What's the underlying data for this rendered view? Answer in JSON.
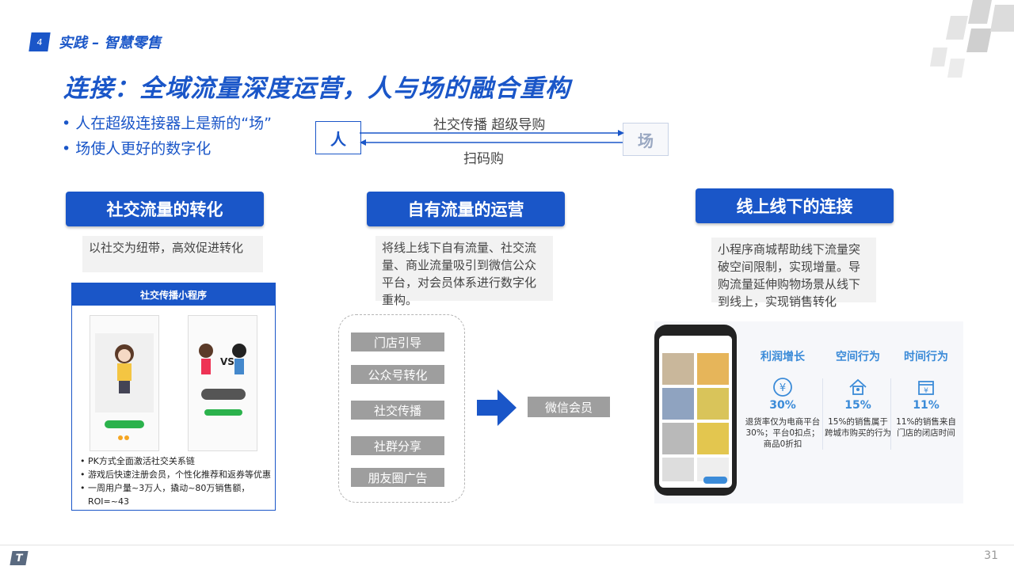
{
  "header": {
    "section_num": "4",
    "section_title": "实践 – 智慧零售",
    "page_title": "连接：全域流量深度运营，人与场的融合重构"
  },
  "bullets": [
    "人在超级连接器上是新的“场”",
    "场使人更好的数字化"
  ],
  "diagram": {
    "person": "人",
    "field": "场",
    "top_label": "社交传播 超级导购",
    "bottom_label": "扫码购"
  },
  "columns": {
    "social": {
      "title": "社交流量的转化",
      "desc": "以社交为纽带，高效促进转化",
      "panel_title": "社交传播小程序",
      "list": [
        "PK方式全面激活社交关系链",
        "游戏后快速注册会员，个性化推荐和返券等优惠",
        "一周用户量~3万人，撬动~80万销售额，",
        "ROI=~43"
      ]
    },
    "own": {
      "title": "自有流量的运营",
      "desc": "将线上线下自有流量、社交流量、商业流量吸引到微信公众平台，对会员体系进行数字化重构。",
      "traffic": [
        "门店引导",
        "公众号转化",
        "社交传播",
        "社群分享",
        "朋友圈广告"
      ],
      "member": "微信会员"
    },
    "online": {
      "title": "线上线下的连接",
      "desc": "小程序商城帮助线下流量突破空间限制，实现增量。导购流量延伸购物场景从线下到线上，实现销售转化",
      "stats": [
        {
          "head": "利润增长",
          "icon": "yen-circle-icon",
          "value": "30%",
          "desc": "退货率仅为电商平台30%；平台0扣点；商品0折扣"
        },
        {
          "head": "空间行为",
          "icon": "home-icon",
          "value": "15%",
          "desc": "15%的销售属于跨城市购买的行为"
        },
        {
          "head": "时间行为",
          "icon": "shop-yen-icon",
          "value": "11%",
          "desc": "11%的销售来自门店的闭店时间"
        }
      ]
    }
  },
  "footer": {
    "page": "31"
  },
  "colors": {
    "accent": "#1a56c8",
    "stat": "#3b8bd8",
    "gray_box": "#9e9e9e"
  }
}
